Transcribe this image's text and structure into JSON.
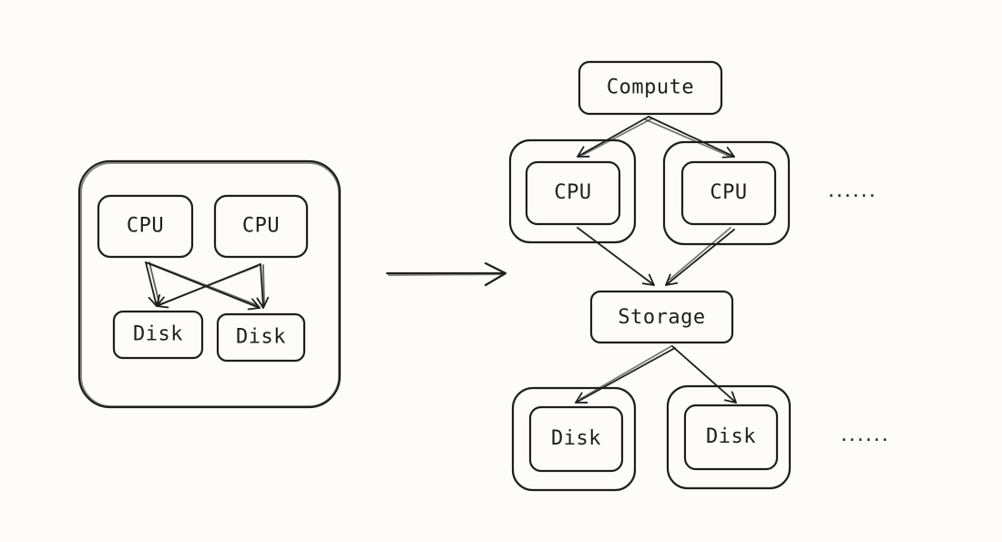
{
  "colors": {
    "background": "#fdfcf8",
    "stroke": "#1e1e1e"
  },
  "left_system": {
    "cpu_1": "CPU",
    "cpu_2": "CPU",
    "disk_1": "Disk",
    "disk_2": "Disk"
  },
  "right_system": {
    "compute": "Compute",
    "cpu_1": "CPU",
    "cpu_2": "CPU",
    "cpu_more": "......",
    "storage": "Storage",
    "disk_1": "Disk",
    "disk_2": "Disk",
    "disk_more": "......"
  }
}
